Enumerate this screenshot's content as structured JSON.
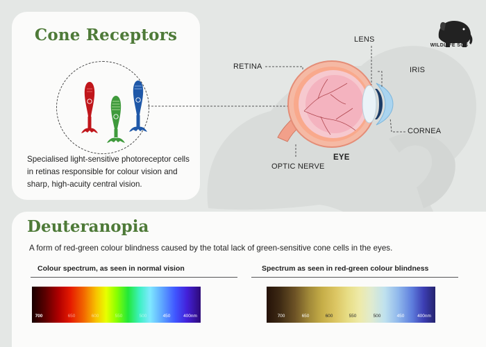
{
  "cone_card": {
    "title": "Cone Receptors",
    "description": "Specialised light-sensitive photoreceptor cells in retinas responsible for colour vision and sharp, high-acuity central vision."
  },
  "eye_diagram": {
    "title": "EYE",
    "labels": {
      "lens": "LENS",
      "retina": "RETINA",
      "iris": "IRIS",
      "cornea": "CORNEA",
      "optic_nerve": "OPTIC NERVE"
    }
  },
  "logo": {
    "text": "WILDLIFE SOS"
  },
  "deuteranopia": {
    "title": "Deuteranopia",
    "description": "A form of red-green colour blindness caused by the total lack of green-sensitive cone cells in the eyes.",
    "normal_spectrum": {
      "heading": "Colour spectrum, as seen in normal vision",
      "ticks": [
        "700",
        "650",
        "600",
        "550",
        "500",
        "450",
        "400nm"
      ]
    },
    "colorblind_spectrum": {
      "heading": "Spectrum as seen in red-green colour blindness",
      "ticks": [
        "700",
        "650",
        "600",
        "550",
        "500",
        "450",
        "400nm"
      ]
    }
  },
  "colors": {
    "title_green": "#4e7a38",
    "cone_red": "#c0161b",
    "cone_green": "#3f9a3c",
    "cone_blue": "#1f58a8"
  }
}
